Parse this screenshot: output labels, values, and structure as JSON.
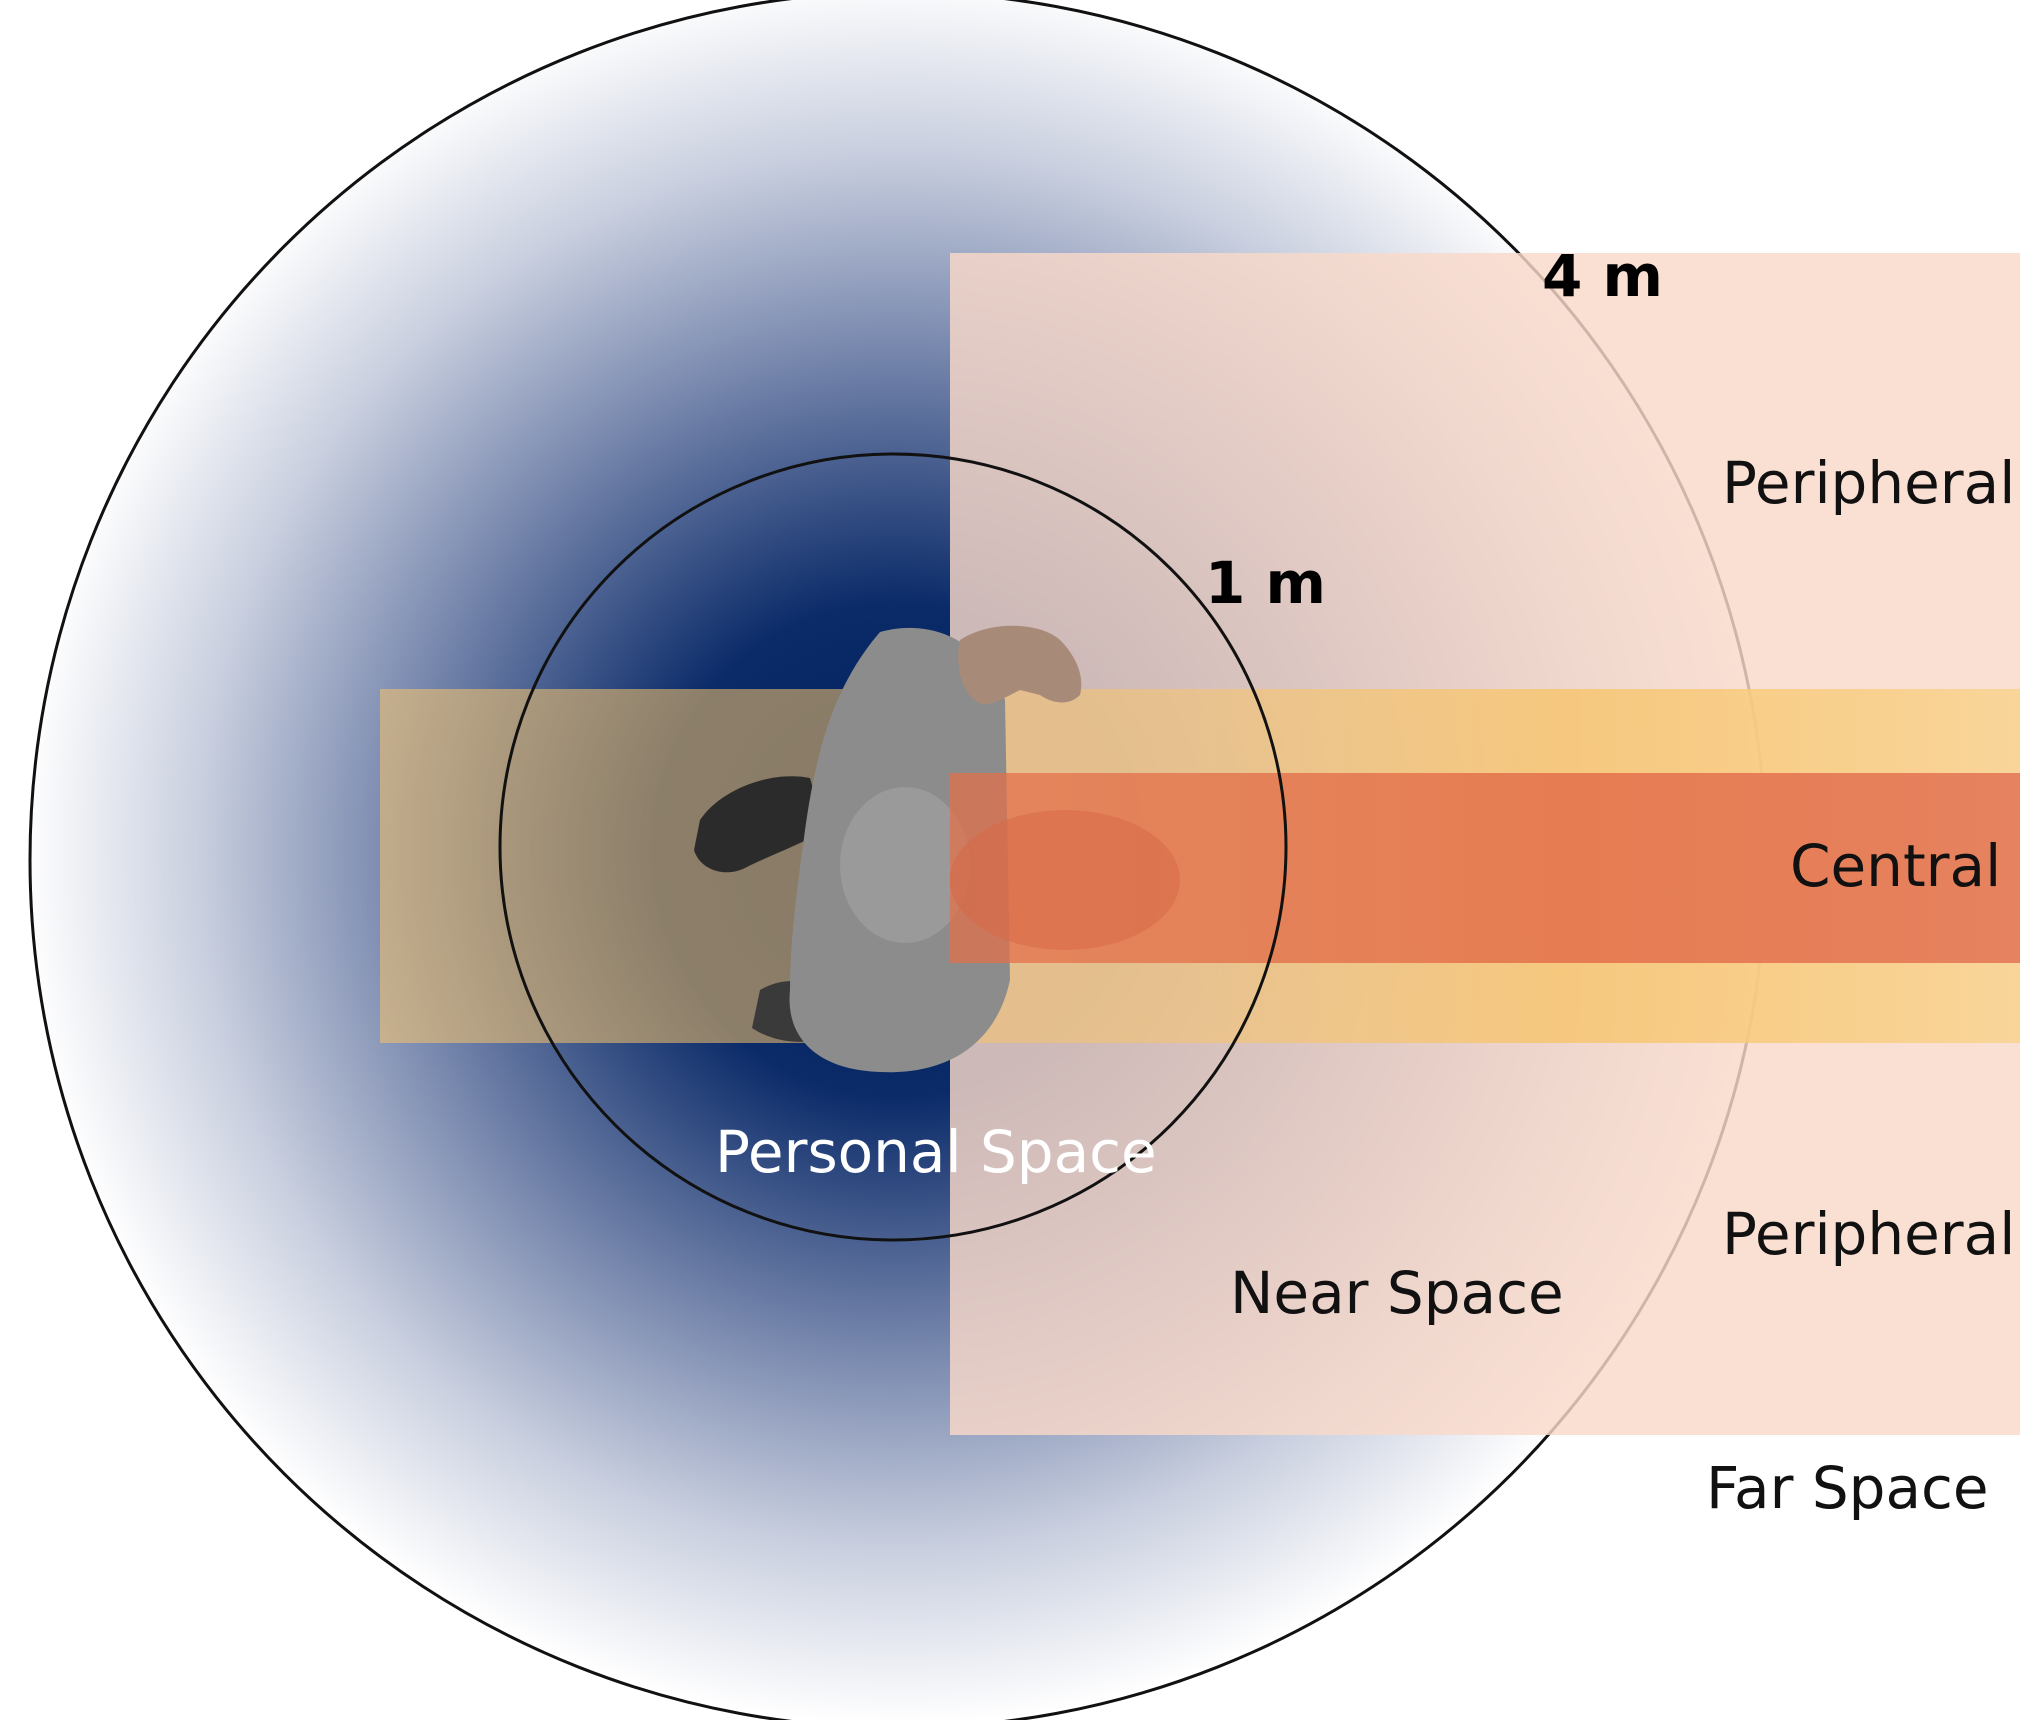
{
  "labels": {
    "radius_outer": "4 m",
    "radius_inner": "1 m",
    "peripheral_top": "Peripheral",
    "central": "Central",
    "peripheral_bottom": "Peripheral",
    "personal_space": "Personal Space",
    "near_space": "Near Space",
    "far_space": "Far Space"
  },
  "colors": {
    "space_gradient_center": "#001f5c",
    "space_gradient_edge": "#ffffff",
    "peripheral_band": "#f9d9c9",
    "central_outer_band": "#f7c46b",
    "central_band": "#e36f4a",
    "ring_stroke": "#111111",
    "figure_body": "#8a8a8a",
    "figure_skin": "#d9a98a"
  }
}
